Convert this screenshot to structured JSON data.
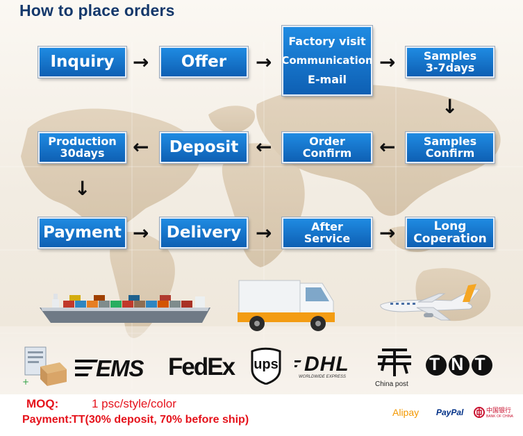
{
  "title": "How to place orders",
  "steps": {
    "inquiry": "Inquiry",
    "offer": "Offer",
    "factory_line1": "Factory visit",
    "factory_line2": "Communication",
    "factory_line3": "E-mail",
    "samples_line1": "Samples",
    "samples_line2": "3-7days",
    "samples_confirm_line1": "Samples",
    "samples_confirm_line2": "Confirm",
    "order_confirm_line1": "Order",
    "order_confirm_line2": "Confirm",
    "deposit": "Deposit",
    "production_line1": "Production",
    "production_line2": "30days",
    "payment": "Payment",
    "delivery": "Delivery",
    "after_line1": "After",
    "after_line2": "Service",
    "long_line1": "Long",
    "long_line2": "Coperation"
  },
  "arrows": {
    "right": "→",
    "left": "←",
    "down": "↓"
  },
  "carriers": {
    "ems": "EMS",
    "fedex": "FedEx",
    "ups": "ups",
    "dhl": "DHL",
    "dhl_sub": "WORLDWIDE EXPRESS",
    "china_post": "China post",
    "tnt": "TNT"
  },
  "terms": {
    "moq_label": "MOQ:",
    "moq_value": "1  psc/style/color",
    "payment_label": "Payment:",
    "payment_value": "TT(30% deposit, 70% before ship)"
  },
  "payment_methods": {
    "alipay": "Alipay",
    "paypal": "PayPal",
    "bank": "中国银行",
    "bank_sub": "BANK OF CHINA"
  },
  "colors": {
    "box_top": "#1f8be2",
    "box_bottom": "#0e5fb3",
    "title": "#14386b",
    "terms": "#e5121b",
    "fedex_purple": "#4d148c",
    "fedex_orange": "#ff6200",
    "ups_brown": "#351c15",
    "alipay": "#f39800",
    "paypal": "#003087",
    "bank_red": "#c8102e"
  }
}
